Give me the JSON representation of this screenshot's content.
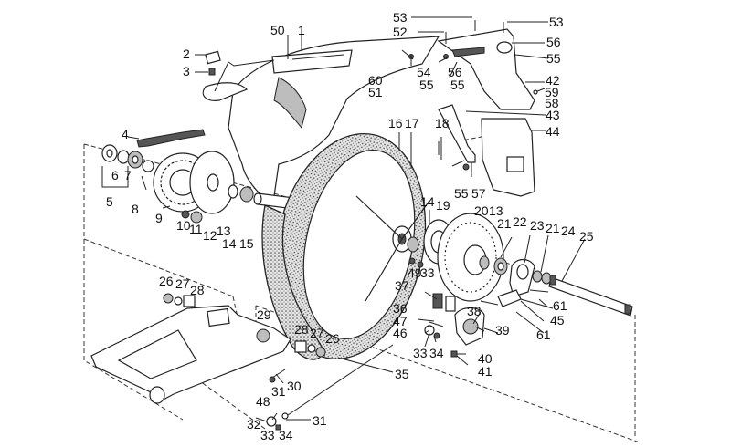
{
  "diagram": {
    "title": "Rear wheel assembly - exploded parts view",
    "background": "#ffffff",
    "line_color": "#222222",
    "callouts": [
      {
        "id": "c1",
        "text": "1"
      },
      {
        "id": "c2",
        "text": "2"
      },
      {
        "id": "c3",
        "text": "3"
      },
      {
        "id": "c4",
        "text": "4"
      },
      {
        "id": "c5",
        "text": "5"
      },
      {
        "id": "c6",
        "text": "6"
      },
      {
        "id": "c7",
        "text": "7"
      },
      {
        "id": "c8",
        "text": "8"
      },
      {
        "id": "c9",
        "text": "9"
      },
      {
        "id": "c10",
        "text": "10"
      },
      {
        "id": "c11",
        "text": "11"
      },
      {
        "id": "c12",
        "text": "12"
      },
      {
        "id": "c13a",
        "text": "13"
      },
      {
        "id": "c14a",
        "text": "14"
      },
      {
        "id": "c15",
        "text": "15"
      },
      {
        "id": "c16",
        "text": "16"
      },
      {
        "id": "c17",
        "text": "17"
      },
      {
        "id": "c18",
        "text": "18"
      },
      {
        "id": "c14b",
        "text": "14"
      },
      {
        "id": "c19",
        "text": "19"
      },
      {
        "id": "c20",
        "text": "20"
      },
      {
        "id": "c13b",
        "text": "13"
      },
      {
        "id": "c21a",
        "text": "21"
      },
      {
        "id": "c22",
        "text": "22"
      },
      {
        "id": "c23",
        "text": "23"
      },
      {
        "id": "c21b",
        "text": "21"
      },
      {
        "id": "c24",
        "text": "24"
      },
      {
        "id": "c25",
        "text": "25"
      },
      {
        "id": "c26a",
        "text": "26"
      },
      {
        "id": "c27a",
        "text": "27"
      },
      {
        "id": "c28a",
        "text": "28"
      },
      {
        "id": "c29",
        "text": "29"
      },
      {
        "id": "c28b",
        "text": "28"
      },
      {
        "id": "c27b",
        "text": "27"
      },
      {
        "id": "c26b",
        "text": "26"
      },
      {
        "id": "c30",
        "text": "30"
      },
      {
        "id": "c31a",
        "text": "31"
      },
      {
        "id": "c31b",
        "text": "31"
      },
      {
        "id": "c32",
        "text": "32"
      },
      {
        "id": "c33a",
        "text": "33"
      },
      {
        "id": "c34a",
        "text": "34"
      },
      {
        "id": "c48",
        "text": "48"
      },
      {
        "id": "c35",
        "text": "35"
      },
      {
        "id": "c36",
        "text": "36"
      },
      {
        "id": "c47",
        "text": "47"
      },
      {
        "id": "c46",
        "text": "46"
      },
      {
        "id": "c33b",
        "text": "33"
      },
      {
        "id": "c34b",
        "text": "34"
      },
      {
        "id": "c37",
        "text": "37"
      },
      {
        "id": "c49",
        "text": "49"
      },
      {
        "id": "c33c",
        "text": "33"
      },
      {
        "id": "c38",
        "text": "38"
      },
      {
        "id": "c39",
        "text": "39"
      },
      {
        "id": "c40",
        "text": "40"
      },
      {
        "id": "c41",
        "text": "41"
      },
      {
        "id": "c45",
        "text": "45"
      },
      {
        "id": "c61a",
        "text": "61"
      },
      {
        "id": "c61b",
        "text": "61"
      },
      {
        "id": "c50",
        "text": "50"
      },
      {
        "id": "c60",
        "text": "60"
      },
      {
        "id": "c51",
        "text": "51"
      },
      {
        "id": "c53a",
        "text": "53"
      },
      {
        "id": "c52",
        "text": "52"
      },
      {
        "id": "c53b",
        "text": "53"
      },
      {
        "id": "c56a",
        "text": "56"
      },
      {
        "id": "c55a",
        "text": "55"
      },
      {
        "id": "c54",
        "text": "54"
      },
      {
        "id": "c55b",
        "text": "55"
      },
      {
        "id": "c56b",
        "text": "56"
      },
      {
        "id": "c55c",
        "text": "55"
      },
      {
        "id": "c42",
        "text": "42"
      },
      {
        "id": "c59",
        "text": "59"
      },
      {
        "id": "c58",
        "text": "58"
      },
      {
        "id": "c43",
        "text": "43"
      },
      {
        "id": "c44",
        "text": "44"
      },
      {
        "id": "c55d",
        "text": "55"
      },
      {
        "id": "c57",
        "text": "57"
      }
    ]
  }
}
